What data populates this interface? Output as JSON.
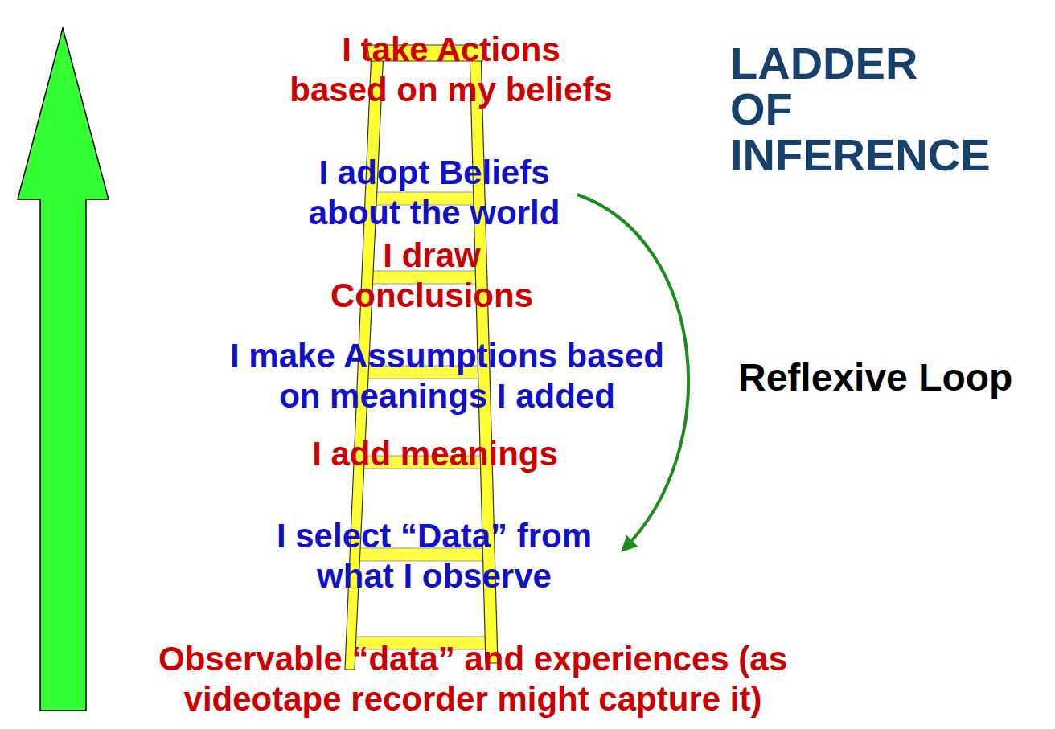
{
  "diagram": {
    "title": "LADDER OF INFERENCE",
    "labels": [
      "I take Actions based on my beliefs",
      "I adopt Beliefs about the world",
      "I draw Conclusions",
      "I make Assumptions based on meanings I added",
      "I add meanings",
      "I select “Data” from what I observe",
      "Observable “data” and experiences (as videotape recorder might capture it)",
      "Reflexive Loop"
    ]
  }
}
